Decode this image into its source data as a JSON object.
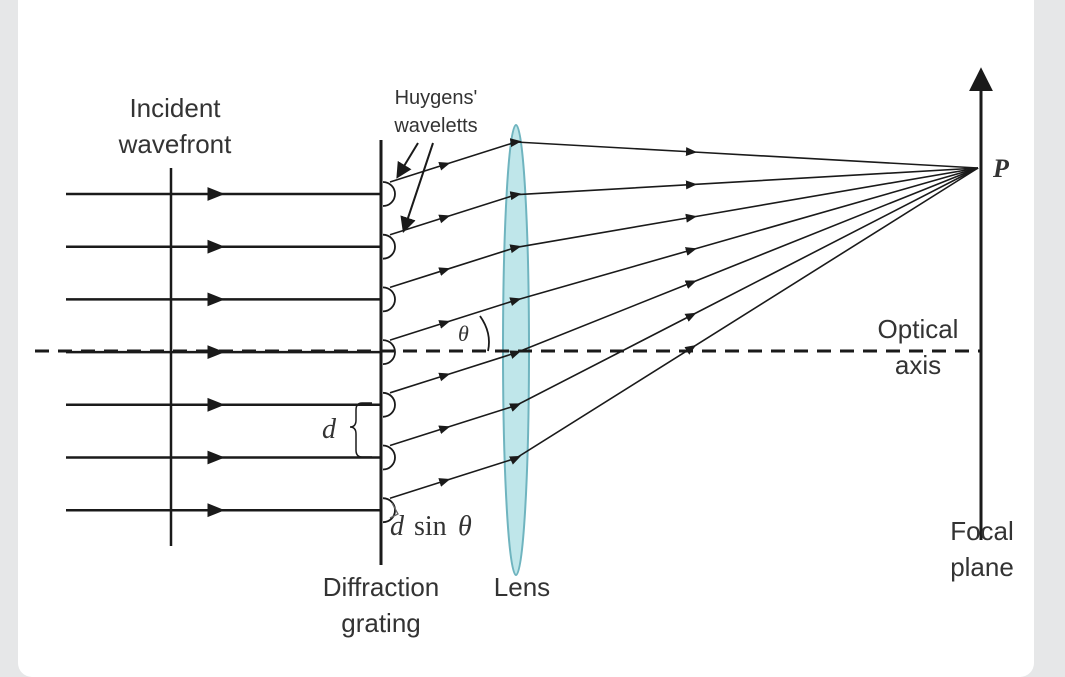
{
  "labels": {
    "incident": [
      "Incident",
      "wavefront"
    ],
    "huygens": [
      "Huygens'",
      "waveletts"
    ],
    "grating": [
      "Diffraction",
      "grating"
    ],
    "lens": "Lens",
    "optical_axis": [
      "Optical",
      "axis"
    ],
    "focal_plane": [
      "Focal",
      "plane"
    ],
    "point": "P",
    "theta": "θ",
    "d": "d",
    "dsin_d": "d",
    "dsin_sin": "sin",
    "dsin_theta": "θ"
  },
  "incident_ray_count": 7,
  "colors": {
    "lens_fill": "#bfe6ea",
    "lens_stroke": "#6fb4bf",
    "ink": "#1a1a1a"
  }
}
